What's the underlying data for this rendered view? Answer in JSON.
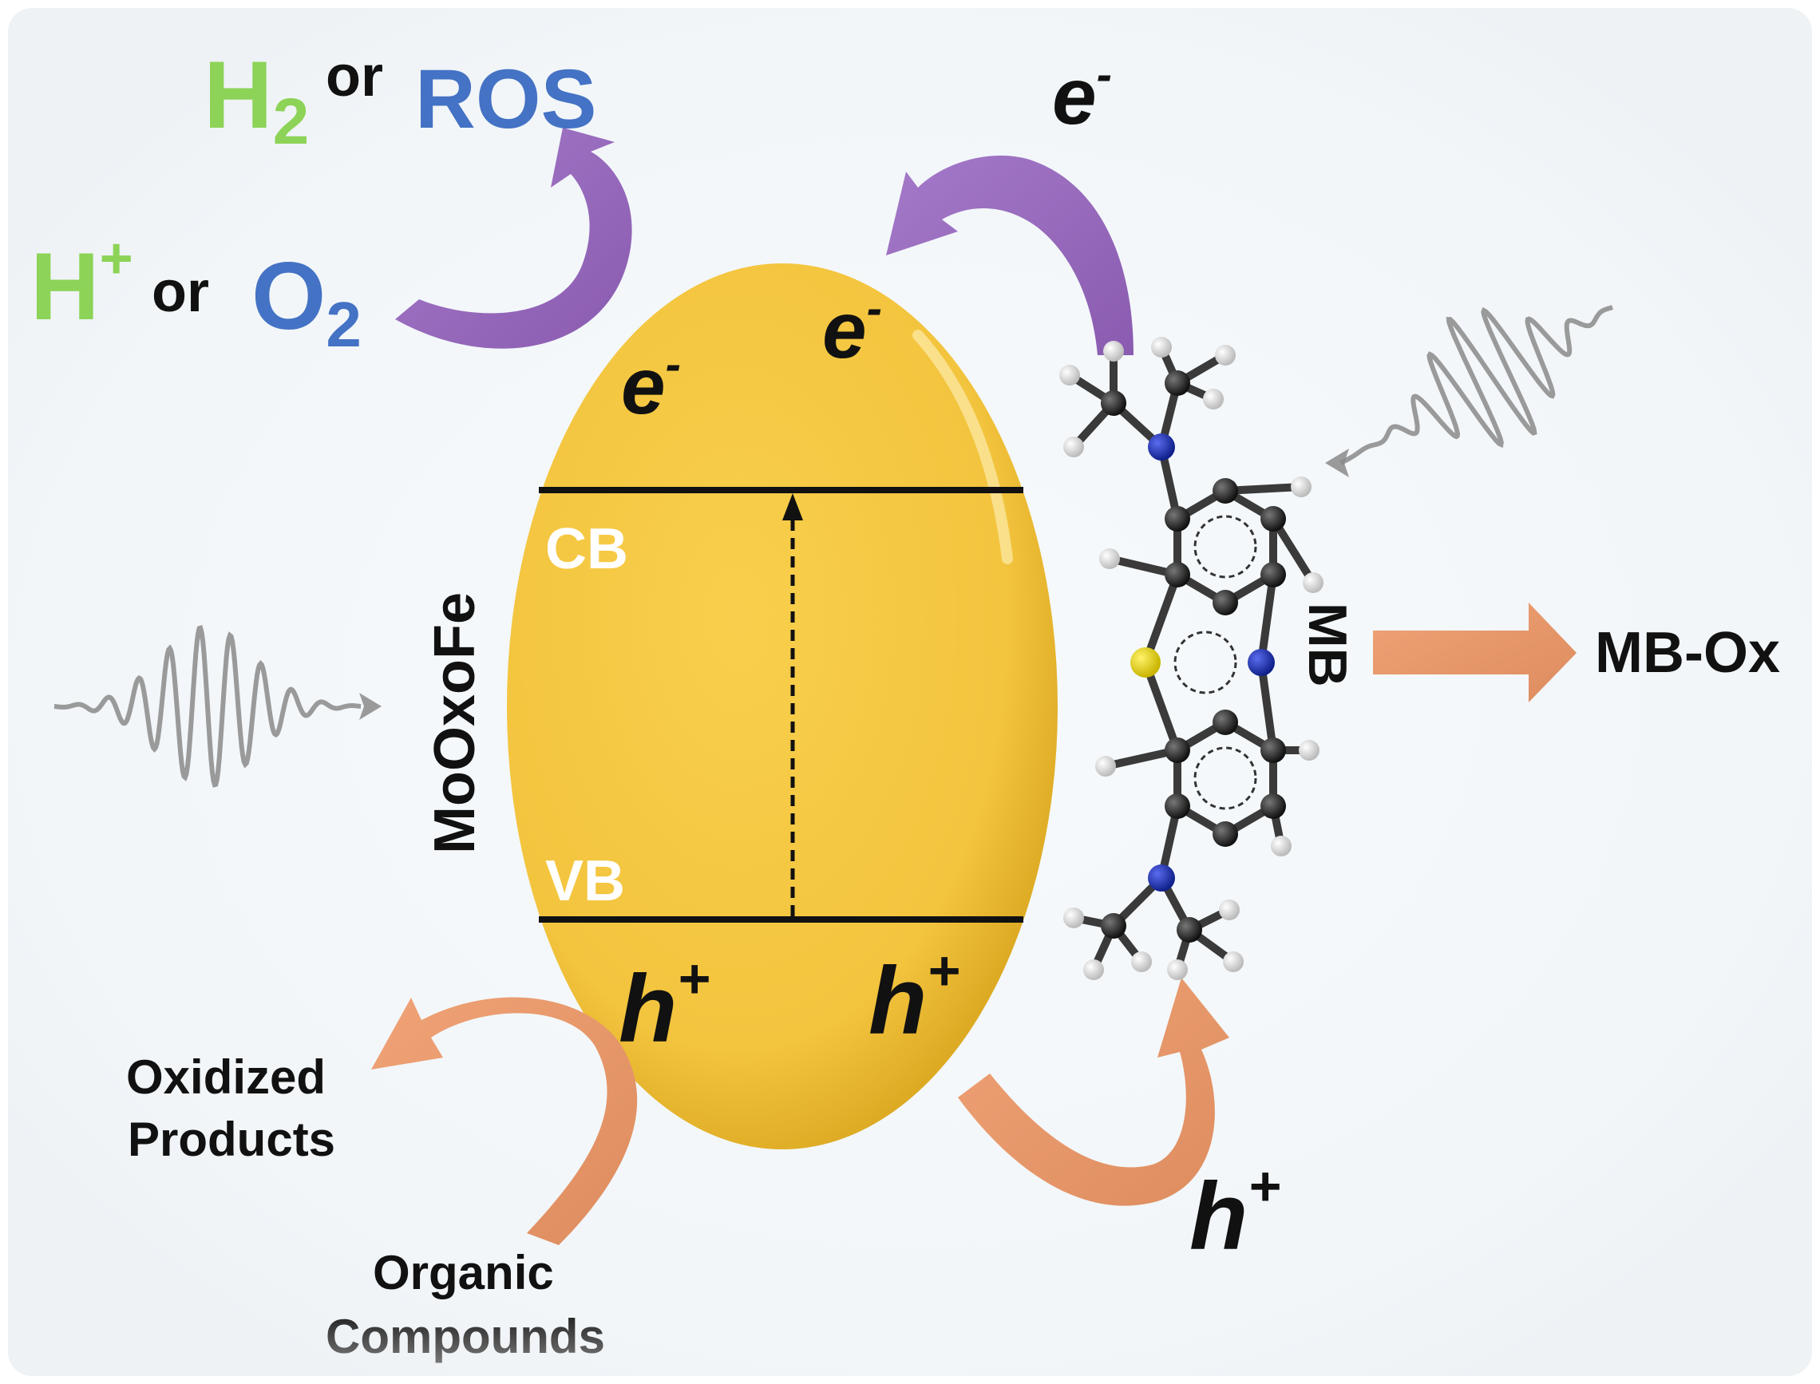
{
  "reduction": {
    "product_a": "H",
    "product_a_sub": "2",
    "connector_top": "or",
    "product_b": "ROS",
    "reactant_a": "H",
    "reactant_a_sup": "+",
    "connector_bottom": "or",
    "reactant_b": "O",
    "reactant_b_sub": "2"
  },
  "electrons": {
    "symbol": "e",
    "charge": "-"
  },
  "holes": {
    "symbol": "h",
    "charge": "+"
  },
  "particle": {
    "name": "MoOxoFe",
    "conduction_band": "CB",
    "valence_band": "VB"
  },
  "dye": {
    "name": "MB",
    "oxidized": "MB-Ox"
  },
  "oxidation": {
    "products_line1": "Oxidized",
    "products_line2": "Products",
    "reactants_line1": "Organic",
    "reactants_line2": "Compounds"
  },
  "colors": {
    "green": "#8CD357",
    "blue": "#4472C4",
    "purple": "#9566B8",
    "orange": "#E99A6B",
    "particle": "#F5C842",
    "background": "#F4F8FB"
  }
}
